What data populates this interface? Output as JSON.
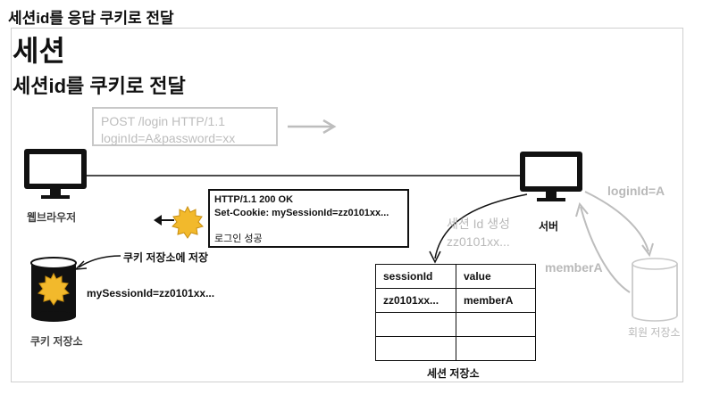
{
  "header": {
    "title": "세션id를 응답 쿠키로 전달"
  },
  "slide": {
    "title": "세션",
    "subtitle": "세션id를 쿠키로 전달"
  },
  "request": {
    "line1": "POST /login HTTP/1.1",
    "line2": "loginId=A&password=xx"
  },
  "response": {
    "line1": "HTTP/1.1 200 OK",
    "line2": "Set-Cookie: mySessionId=zz0101xx...",
    "line3": "로그인 성공"
  },
  "browser": {
    "label": "웹브라우저"
  },
  "cookie_store": {
    "label": "쿠키 저장소",
    "save_note": "쿠키 저장소에 저장",
    "value": "mySessionId=zz0101xx..."
  },
  "server": {
    "label": "서버",
    "session_create": [
      "세션 Id 생성",
      "zz0101xx..."
    ],
    "login_id": "loginId=A",
    "member": "memberA"
  },
  "member_store": {
    "label": "회원 저장소"
  },
  "session_store": {
    "label": "세션 저장소",
    "columns": [
      "sessionId",
      "value"
    ],
    "rows": [
      [
        "zz0101xx...",
        "memberA"
      ],
      [
        "",
        ""
      ],
      [
        "",
        ""
      ]
    ]
  },
  "colors": {
    "active": "#111111",
    "inactive": "#bdbdbd",
    "cookie": "#f2b92c"
  }
}
